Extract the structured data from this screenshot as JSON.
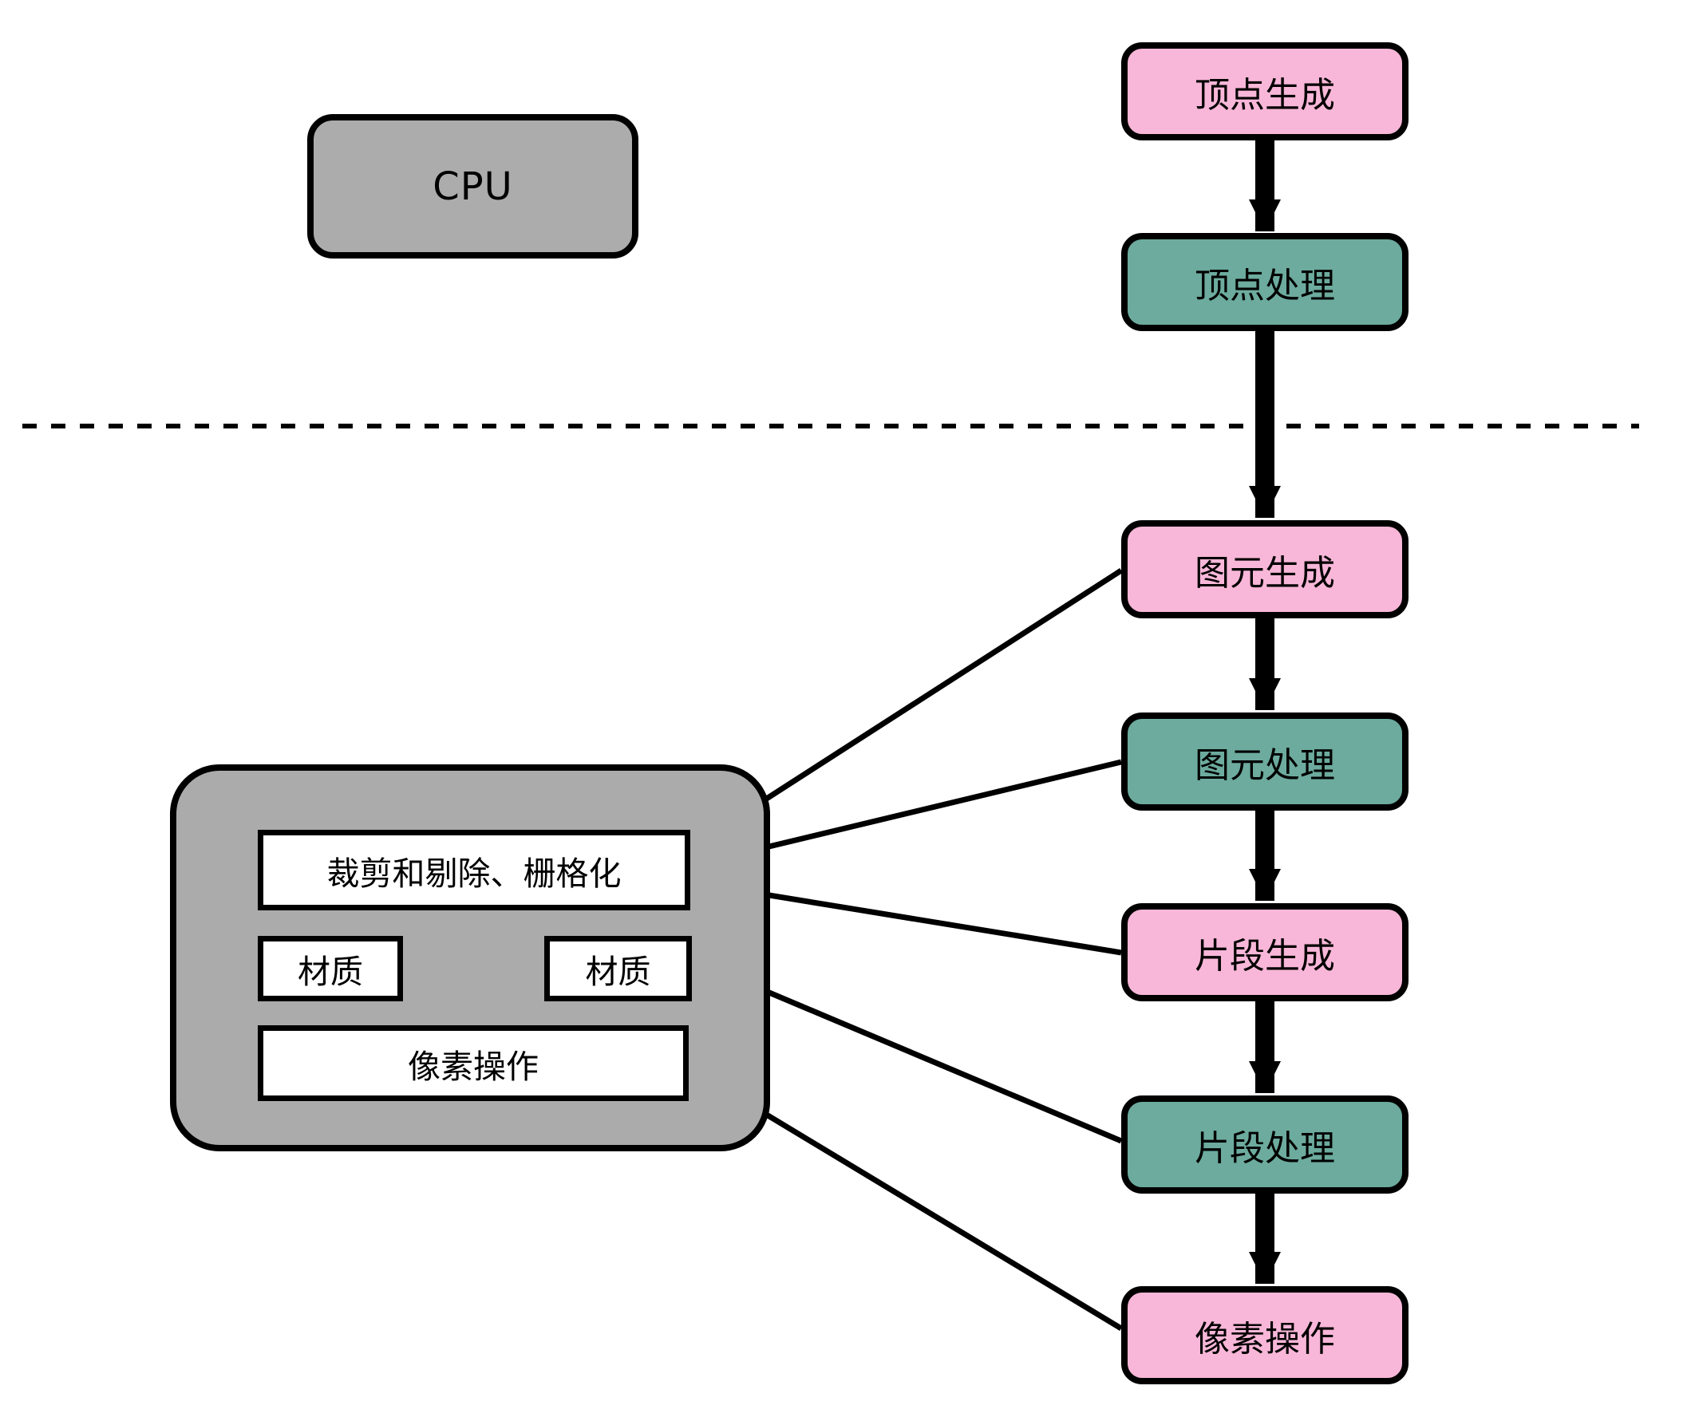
{
  "diagram": {
    "cpu_label": "CPU",
    "pipeline_nodes": [
      {
        "label": "顶点生成",
        "kind": "generate"
      },
      {
        "label": "顶点处理",
        "kind": "process"
      },
      {
        "label": "图元生成",
        "kind": "generate"
      },
      {
        "label": "图元处理",
        "kind": "process"
      },
      {
        "label": "片段生成",
        "kind": "generate"
      },
      {
        "label": "片段处理",
        "kind": "process"
      },
      {
        "label": "像素操作",
        "kind": "generate"
      }
    ],
    "fixed_panel": {
      "clip_label": "裁剪和剔除、栅格化",
      "texture_left_label": "材质",
      "texture_right_label": "材质",
      "pixel_ops_label": "像素操作"
    },
    "colors": {
      "pink": "#f8b7d8",
      "teal": "#6cab9e",
      "panel_gray": "#ababab",
      "cpu_gray": "#acacac",
      "ink": "#000000"
    }
  }
}
